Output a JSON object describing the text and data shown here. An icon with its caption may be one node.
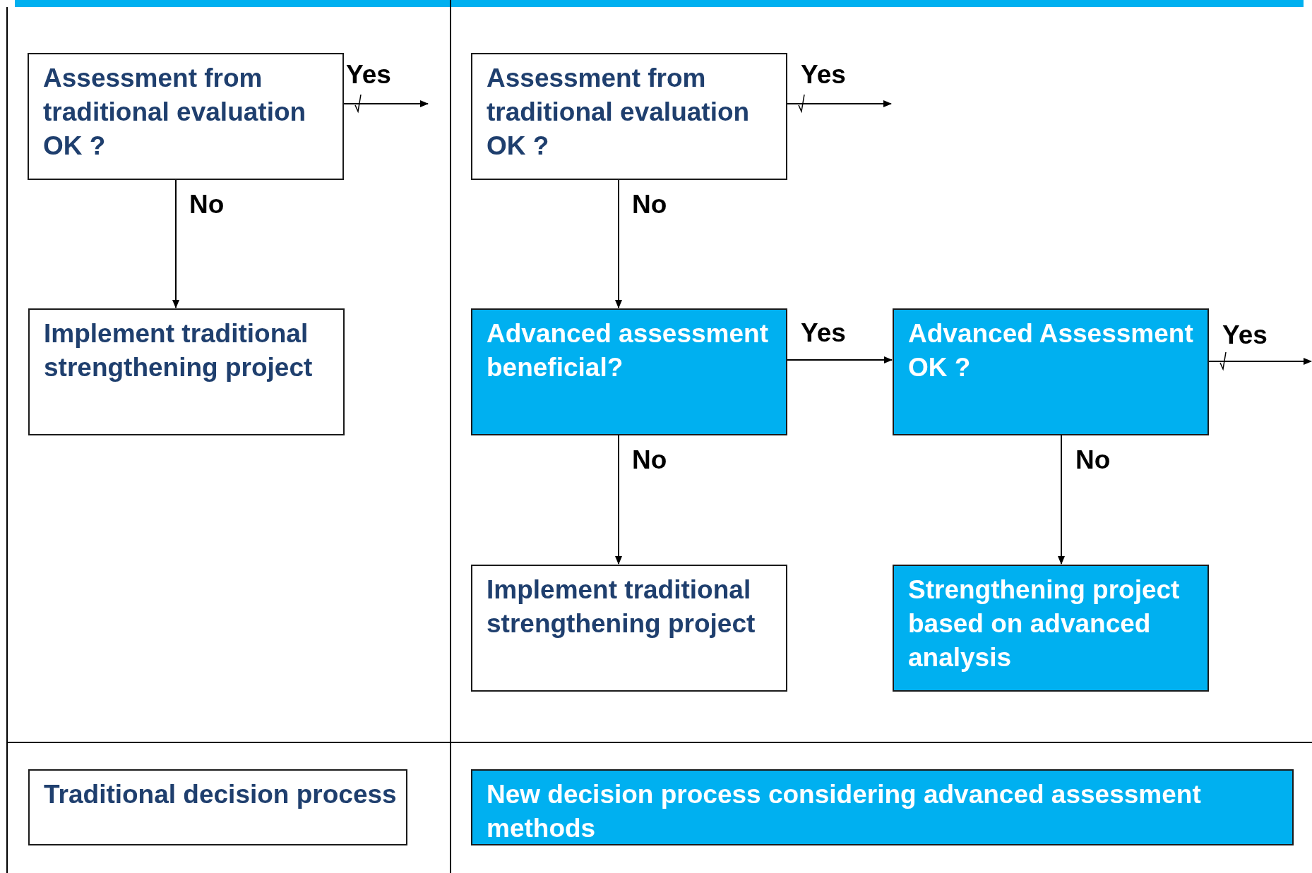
{
  "diagram": {
    "nodes": [
      {
        "text": [
          "Assessment from traditional evaluation OK ?"
        ]
      },
      {
        "text": [
          "Implement traditional strengthening project"
        ]
      },
      {
        "text": [
          "Assessment from traditional evaluation OK ?"
        ]
      },
      {
        "text": [
          "Advanced assessment beneficial?"
        ]
      },
      {
        "text": [
          "Advanced Assessment OK ?"
        ]
      },
      {
        "text": [
          "Implement traditional strengthening project"
        ]
      },
      {
        "text": [
          "Strengthening project based on advanced analysis"
        ]
      },
      {
        "text": [
          "Traditional decision process"
        ]
      },
      {
        "text": [
          "New decision process considering advanced assessment methods"
        ]
      }
    ],
    "edges": [
      {
        "from": 0,
        "to": null,
        "arrow": "to",
        "label": "Yes"
      },
      {
        "from": 0,
        "to": 1,
        "arrow": "to",
        "label": "No"
      },
      {
        "from": 2,
        "to": null,
        "arrow": "to",
        "label": "Yes"
      },
      {
        "from": 2,
        "to": 3,
        "arrow": "to",
        "label": "No"
      },
      {
        "from": 3,
        "to": 4,
        "arrow": "to",
        "label": "Yes"
      },
      {
        "from": 3,
        "to": 5,
        "arrow": "to",
        "label": "No"
      },
      {
        "from": 4,
        "to": null,
        "arrow": "to",
        "label": "Yes"
      },
      {
        "from": 4,
        "to": 6,
        "arrow": "to",
        "label": "No"
      }
    ]
  }
}
